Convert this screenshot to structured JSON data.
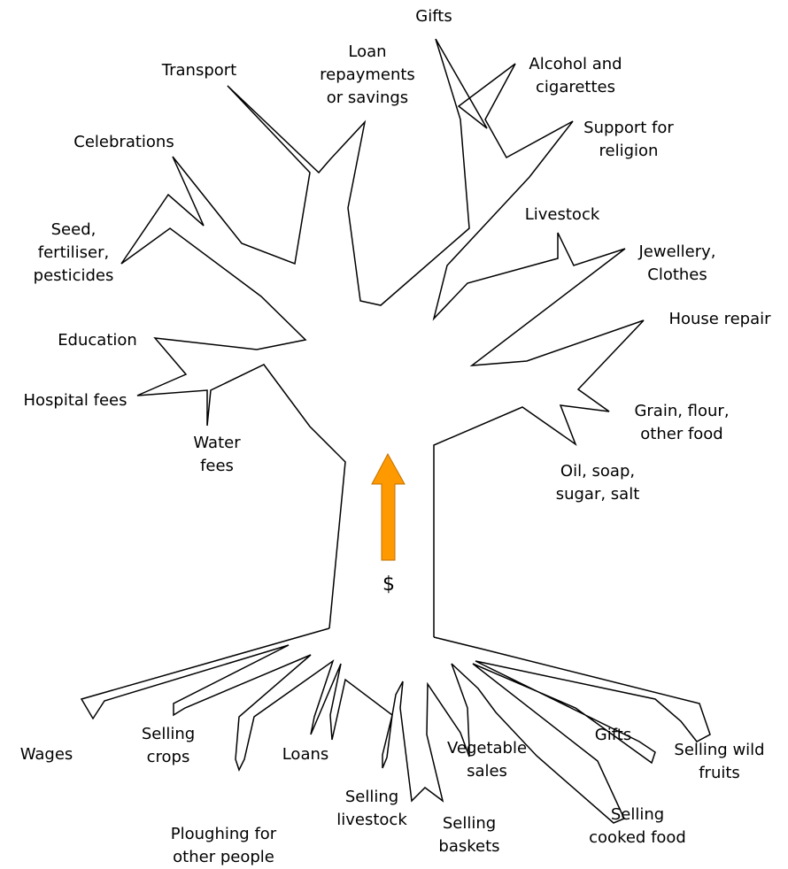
{
  "diagram": {
    "outline_color": "#000000",
    "arrow_color": "#ff9900",
    "arrow_label": "$",
    "branch_labels": {
      "gifts_top": "Gifts",
      "alcohol": "Alcohol and\ncigarettes",
      "religion": "Support for\nreligion",
      "transport": "Transport",
      "loan_repayments": "Loan\nrepayments\nor savings",
      "celebrations": "Celebrations",
      "seed": "Seed,\nfertiliser,\npesticides",
      "education": "Education",
      "hospital": "Hospital fees",
      "water": "Water\nfees",
      "livestock_top": "Livestock",
      "jewellery": "Jewellery,\nClothes",
      "house_repair": "House repair",
      "grain": "Grain, flour,\nother food",
      "oil": "Oil, soap,\nsugar, salt"
    },
    "root_labels": {
      "wages": "Wages",
      "selling_crops": "Selling\ncrops",
      "ploughing": "Ploughing for\nother people",
      "loans": "Loans",
      "selling_livestock": "Selling\nlivestock",
      "vegetable_sales": "Vegetable\nsales",
      "selling_baskets": "Selling\nbaskets",
      "gifts_root": "Gifts",
      "selling_cooked_food": "Selling\ncooked food",
      "selling_wild_fruits": "Selling wild\nfruits"
    }
  }
}
